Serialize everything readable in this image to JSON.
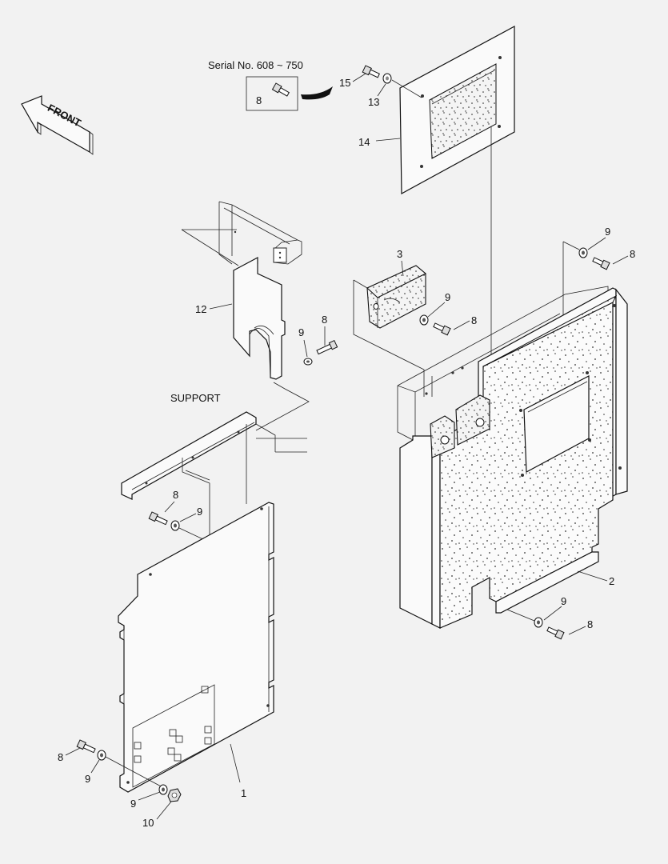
{
  "front_label": "FRONT",
  "serial_label": "Serial No. 608 ~ 750",
  "support_label": "SUPPORT",
  "callouts": {
    "n1": "1",
    "n2": "2",
    "n3": "3",
    "n8": "8",
    "n9": "9",
    "n10": "10",
    "n12": "12",
    "n13": "13",
    "n14": "14",
    "n15": "15"
  }
}
